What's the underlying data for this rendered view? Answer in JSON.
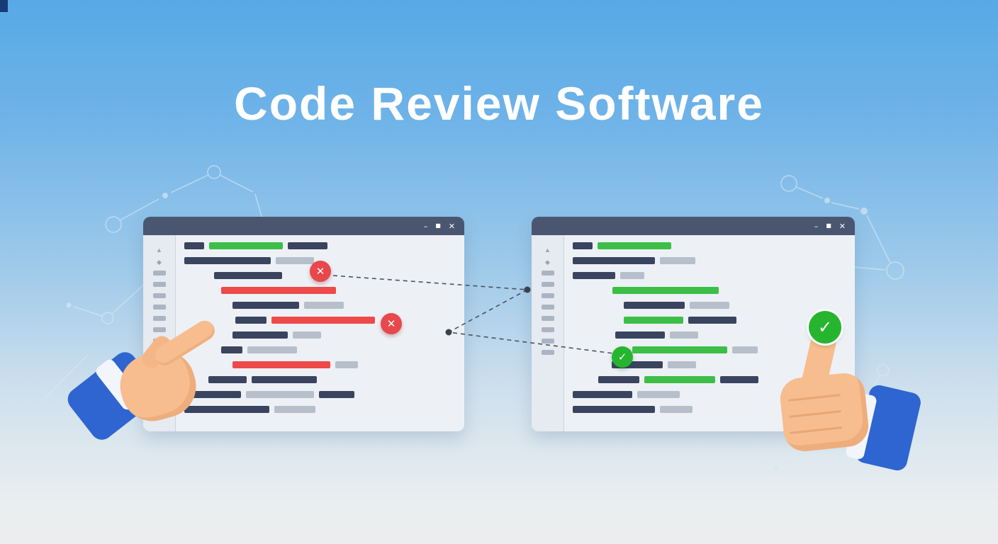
{
  "title": "Code Review Software",
  "window_controls": {
    "minimize": "–",
    "maximize": "■",
    "close": "✕"
  },
  "badges": {
    "error_symbol": "✕",
    "success_symbol": "✓"
  },
  "colors": {
    "navy": "#3a445f",
    "gray": "#b6bfca",
    "green": "#3dbf47",
    "red": "#ee4a4a",
    "titlebar": "#4a5670",
    "window_background": "#edf1f6",
    "badge_error": "#e8474c",
    "badge_success": "#27b52f",
    "sleeve_blue": "#2e65d0",
    "skin_tone": "#f7bd8e",
    "background_top": "#57a9e6",
    "background_bottom": "#ecedee"
  },
  "left_window": {
    "gutter": [
      "triangle",
      "diamond",
      "bar",
      "bar",
      "bar",
      "bar",
      "bar",
      "bar",
      "bar",
      "bar"
    ],
    "lines": [
      {
        "indent": 0,
        "segments": [
          [
            "navy",
            28
          ],
          [
            "green",
            104
          ],
          [
            "navy",
            56
          ]
        ]
      },
      {
        "indent": 0,
        "segments": [
          [
            "navy",
            122
          ],
          [
            "gray",
            54
          ]
        ]
      },
      {
        "indent": 42,
        "segments": [
          [
            "navy",
            96
          ]
        ]
      },
      {
        "indent": 52,
        "segments": [
          [
            "red",
            162
          ]
        ]
      },
      {
        "indent": 68,
        "segments": [
          [
            "navy",
            94
          ],
          [
            "gray",
            56
          ]
        ]
      },
      {
        "indent": 72,
        "segments": [
          [
            "navy",
            44
          ],
          [
            "red",
            146
          ]
        ]
      },
      {
        "indent": 68,
        "segments": [
          [
            "navy",
            78
          ],
          [
            "gray",
            40
          ]
        ]
      },
      {
        "indent": 52,
        "segments": [
          [
            "navy",
            30
          ],
          [
            "gray",
            70
          ]
        ]
      },
      {
        "indent": 68,
        "segments": [
          [
            "red",
            138
          ],
          [
            "gray",
            32
          ]
        ]
      },
      {
        "indent": 34,
        "segments": [
          [
            "navy",
            54
          ],
          [
            "navy",
            92
          ]
        ]
      },
      {
        "indent": 0,
        "segments": [
          [
            "navy",
            80
          ],
          [
            "gray",
            96
          ],
          [
            "navy",
            50
          ]
        ]
      },
      {
        "indent": 0,
        "segments": [
          [
            "navy",
            120
          ],
          [
            "gray",
            58
          ]
        ]
      }
    ]
  },
  "right_window": {
    "gutter": [
      "triangle",
      "diamond",
      "bar",
      "bar",
      "bar",
      "bar",
      "bar",
      "bar",
      "bar",
      "bar"
    ],
    "lines": [
      {
        "indent": 0,
        "segments": [
          [
            "navy",
            28
          ],
          [
            "green",
            104
          ]
        ]
      },
      {
        "indent": 0,
        "segments": [
          [
            "navy",
            116
          ],
          [
            "gray",
            50
          ]
        ]
      },
      {
        "indent": 0,
        "segments": [
          [
            "navy",
            60
          ],
          [
            "gray",
            34
          ]
        ]
      },
      {
        "indent": 56,
        "segments": [
          [
            "green",
            150
          ]
        ]
      },
      {
        "indent": 72,
        "segments": [
          [
            "navy",
            86
          ],
          [
            "gray",
            56
          ]
        ]
      },
      {
        "indent": 72,
        "segments": [
          [
            "green",
            84
          ],
          [
            "navy",
            68
          ]
        ]
      },
      {
        "indent": 60,
        "segments": [
          [
            "navy",
            70
          ],
          [
            "gray",
            40
          ]
        ]
      },
      {
        "indent": 84,
        "segments": [
          [
            "green",
            134
          ],
          [
            "gray",
            36
          ]
        ]
      },
      {
        "indent": 55,
        "segments": [
          [
            "navy",
            72
          ],
          [
            "gray",
            40
          ]
        ]
      },
      {
        "indent": 36,
        "segments": [
          [
            "navy",
            58
          ],
          [
            "green",
            100
          ],
          [
            "navy",
            54
          ]
        ]
      },
      {
        "indent": 0,
        "segments": [
          [
            "navy",
            84
          ],
          [
            "gray",
            60
          ]
        ]
      },
      {
        "indent": 0,
        "segments": [
          [
            "navy",
            116
          ],
          [
            "gray",
            46
          ]
        ]
      }
    ]
  }
}
